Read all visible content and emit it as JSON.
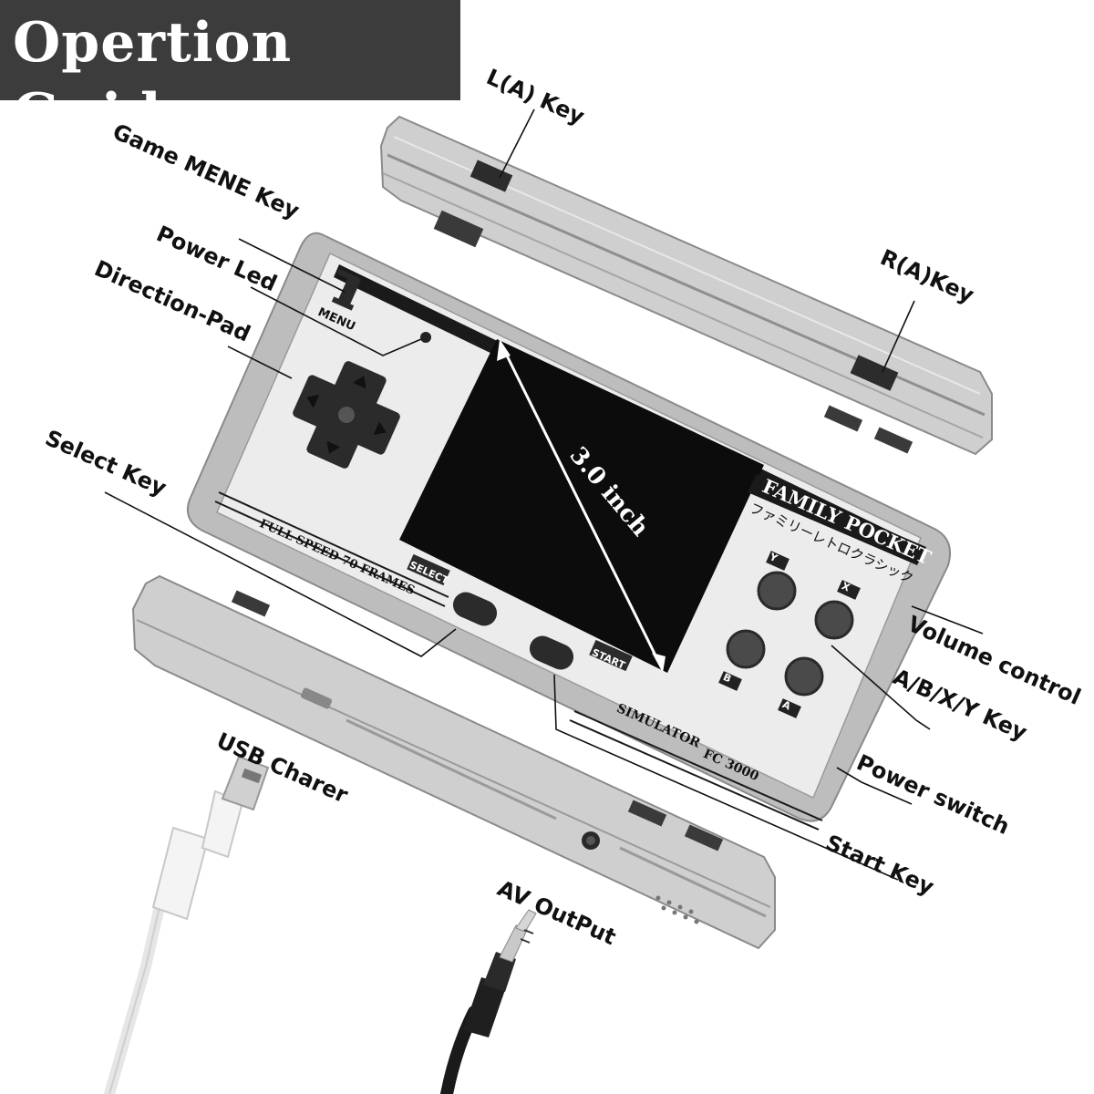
{
  "title": "Opertion Guide",
  "labels": {
    "l_key": "L(A) Key",
    "r_key": "R(A)Key",
    "game_menu_key": "Game MENE Key",
    "power_led": "Power Led",
    "direction_pad": "Direction-Pad",
    "select_key": "Select Key",
    "usb_charger": "USB Charer",
    "av_output": "AV  OutPut",
    "start_key": "Start Key",
    "power_switch": "Power switch",
    "abxy_key": "A/B/X/Y  Key",
    "volume_control": "Volume control"
  },
  "device": {
    "menu_label": "MENU",
    "screen_size": "3.0 inch",
    "brand": "FAMILY POCKET",
    "brand_jp": "ファミリーレトロクラシック",
    "speed_text": "FULL SPEED  70 FRAMES",
    "select_label": "SELECT",
    "start_label": "START",
    "simulator_text": "SIMULATOR",
    "model": "FC 3000",
    "button_y": "Y",
    "button_x": "X",
    "button_b": "B",
    "button_a": "A"
  },
  "colors": {
    "shell": "#b9b9b9",
    "face": "#ececec",
    "screen": "#0c0c0c",
    "banner": "#3c3c3c"
  }
}
